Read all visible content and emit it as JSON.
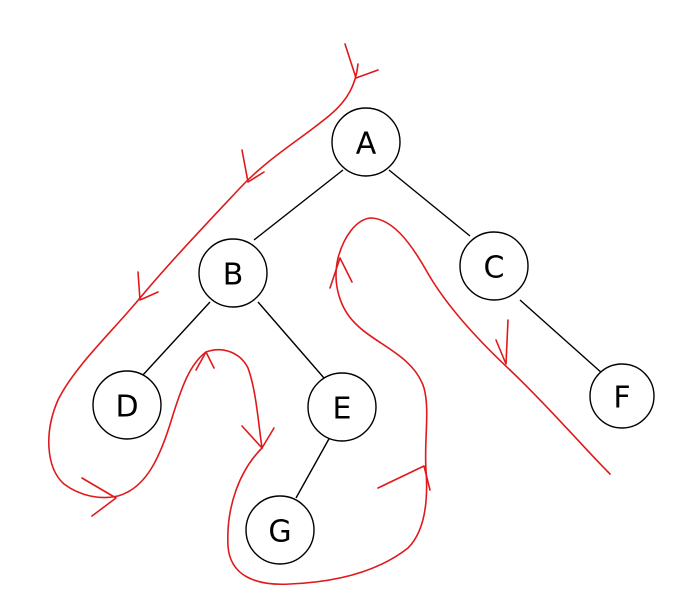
{
  "diagram": {
    "nodes": [
      {
        "id": "A",
        "label": "A"
      },
      {
        "id": "B",
        "label": "B"
      },
      {
        "id": "C",
        "label": "C"
      },
      {
        "id": "D",
        "label": "D"
      },
      {
        "id": "E",
        "label": "E"
      },
      {
        "id": "F",
        "label": "F"
      },
      {
        "id": "G",
        "label": "G"
      }
    ],
    "edges": [
      {
        "from": "A",
        "to": "B"
      },
      {
        "from": "A",
        "to": "C"
      },
      {
        "from": "B",
        "to": "D"
      },
      {
        "from": "B",
        "to": "E"
      },
      {
        "from": "E",
        "to": "G"
      },
      {
        "from": "C",
        "to": "F"
      }
    ],
    "traversal_color": "#e0191b",
    "edge_color": "#000000"
  }
}
